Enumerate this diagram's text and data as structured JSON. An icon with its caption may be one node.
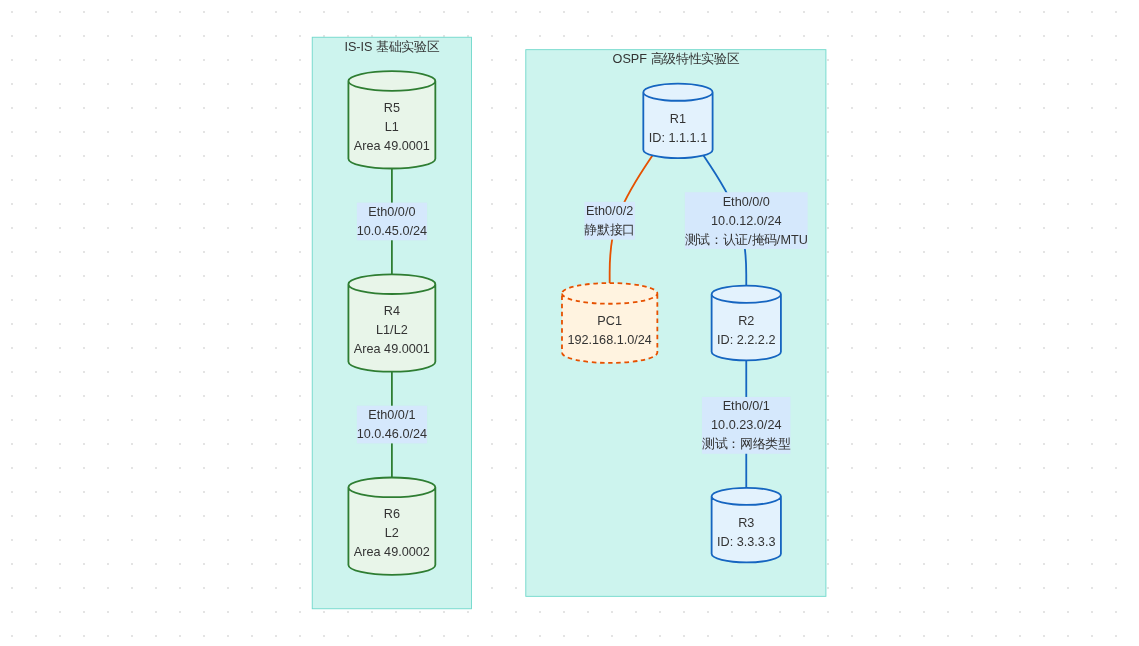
{
  "diagram": {
    "nodes": [
      {
        "text": [
          "IS-IS 基础实验区"
        ]
      },
      {
        "text": [
          "R5",
          "L1",
          "Area 49.0001"
        ],
        "in": 0
      },
      {
        "text": [
          "R4",
          "L1/L2",
          "Area 49.0001"
        ],
        "in": 0
      },
      {
        "text": [
          "R6",
          "L2",
          "Area 49.0002"
        ],
        "in": 0
      },
      {
        "text": [
          "OSPF 高级特性实验区"
        ]
      },
      {
        "text": [
          "R1",
          "ID: 1.1.1.1"
        ],
        "in": 4
      },
      {
        "text": [
          "PC1",
          "192.168.1.0/24"
        ],
        "in": 4
      },
      {
        "text": [
          "R2",
          "ID: 2.2.2.2"
        ],
        "in": 4
      },
      {
        "text": [
          "R3",
          "ID: 3.3.3.3"
        ],
        "in": 4
      }
    ],
    "edges": [
      {
        "from": 1,
        "to": 2,
        "arrow": "none",
        "label": "Eth0/0/0 10.0.45.0/24",
        "color": "#2e7d32"
      },
      {
        "from": 2,
        "to": 3,
        "arrow": "none",
        "label": "Eth0/0/1 10.0.46.0/24",
        "color": "#2e7d32"
      },
      {
        "from": 5,
        "to": 6,
        "arrow": "none",
        "label": "Eth0/0/2 静默接口",
        "color": "#e65100"
      },
      {
        "from": 5,
        "to": 7,
        "arrow": "none",
        "label": "Eth0/0/0 10.0.12.0/24 测试：认证/掩码/MTU",
        "color": "#1565c0"
      },
      {
        "from": 7,
        "to": 8,
        "arrow": "none",
        "label": "Eth0/0/1 10.0.23.0/24 测试：网络类型",
        "color": "#1565c0"
      }
    ]
  }
}
